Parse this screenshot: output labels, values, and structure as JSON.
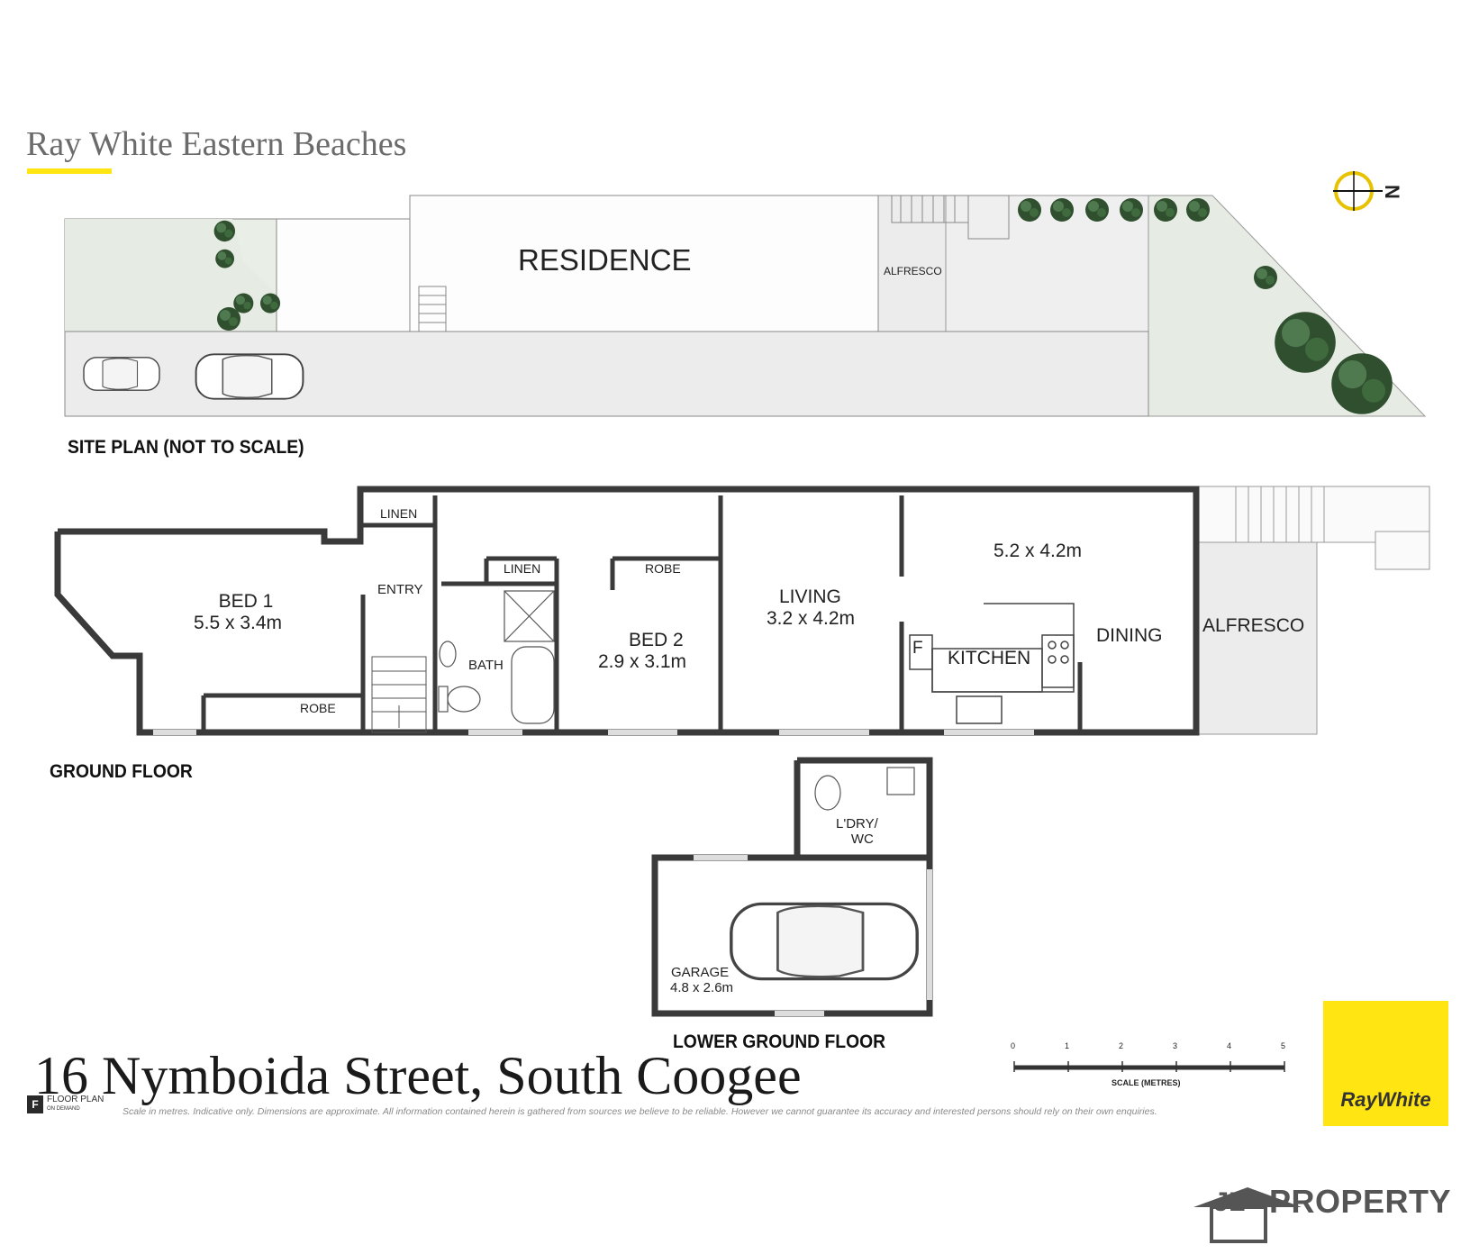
{
  "brand": {
    "agency_header": "Ray White Eastern Beaches",
    "logo_text": "RayWhite",
    "accent_color": "#ffe512"
  },
  "site_plan": {
    "title": "SITE PLAN (NOT TO SCALE)",
    "labels": {
      "residence": "RESIDENCE",
      "alfresco": "ALFRESCO"
    },
    "compass": "N"
  },
  "ground_floor": {
    "title": "GROUND FLOOR",
    "rooms": {
      "bed1": {
        "name": "BED 1",
        "size": "5.5 x 3.4m"
      },
      "bed2": {
        "name": "BED 2",
        "size": "2.9 x 3.1m"
      },
      "living": {
        "name": "LIVING",
        "size": "3.2 x 4.2m"
      },
      "dining_size": "5.2 x 4.2m",
      "kitchen": "KITCHEN",
      "dining": "DINING",
      "alfresco": "ALFRESCO",
      "entry": "ENTRY",
      "bath": "BATH",
      "linen_1": "LINEN",
      "linen_2": "LINEN",
      "robe_1": "ROBE",
      "robe_2": "ROBE",
      "fridge": "F"
    }
  },
  "lower_ground_floor": {
    "title": "LOWER GROUND FLOOR",
    "rooms": {
      "laundry_line1": "L'DRY/",
      "laundry_line2": "WC",
      "garage": {
        "name": "GARAGE",
        "size": "4.8 x 2.6m"
      }
    }
  },
  "scale_bar": {
    "ticks": [
      "0",
      "1",
      "2",
      "3",
      "4",
      "5"
    ],
    "caption": "SCALE (METRES)"
  },
  "address": "16 Nymboida Street, South Coogee",
  "disclaimer": "Scale in metres. Indicative only. Dimensions are approximate. All information contained herein is gathered from sources we believe to be reliable. However we cannot guarantee its accuracy and interested persons should rely on their own enquiries.",
  "floorplan_logo": {
    "mark": "F",
    "line1": "FLOOR PLAN",
    "line2": "ON DEMAND"
  },
  "watermark": {
    "letters": "JL",
    "text": "PROPERTY"
  }
}
